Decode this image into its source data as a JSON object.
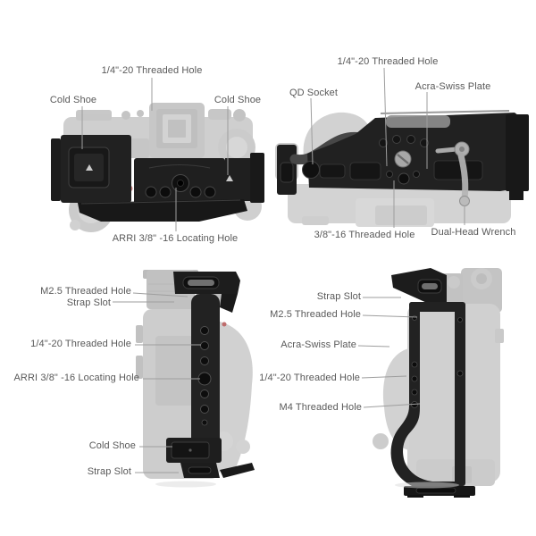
{
  "colors": {
    "background": "#ffffff",
    "label_text": "#595959",
    "leader_line": "#9e9e9e",
    "cage_black": "#202020",
    "camera_gray": "#a8a8a8",
    "wrench_silver": "#b5b5b5",
    "screw_silver": "#a8a8a8"
  },
  "views": {
    "top": {
      "labels": {
        "threaded_hole_14_20": "1/4\"-20 Threaded Hole",
        "cold_shoe_left": "Cold Shoe",
        "cold_shoe_right": "Cold Shoe",
        "arri_38_16_locating_hole": "ARRI 3/8\" -16 Locating Hole"
      }
    },
    "bottom": {
      "labels": {
        "threaded_hole_14_20": "1/4\"-20 Threaded Hole",
        "qd_socket": "QD Socket",
        "acra_swiss_plate": "Acra-Swiss Plate",
        "threaded_hole_38_16": "3/8\"-16 Threaded Hole",
        "dual_head_wrench": "Dual-Head Wrench"
      }
    },
    "left_side": {
      "labels": {
        "m25_threaded_hole": "M2.5 Threaded Hole",
        "strap_slot_top": "Strap Slot",
        "threaded_hole_14_20": "1/4\"-20 Threaded Hole",
        "arri_38_16_locating_hole": "ARRI 3/8\" -16 Locating Hole",
        "cold_shoe": "Cold Shoe",
        "strap_slot_bottom": "Strap Slot"
      }
    },
    "right_side": {
      "labels": {
        "strap_slot": "Strap Slot",
        "m25_threaded_hole": "M2.5 Threaded Hole",
        "acra_swiss_plate": "Acra-Swiss Plate",
        "threaded_hole_14_20": "1/4\"-20 Threaded Hole",
        "m4_threaded_hole": "M4 Threaded Hole"
      }
    }
  }
}
